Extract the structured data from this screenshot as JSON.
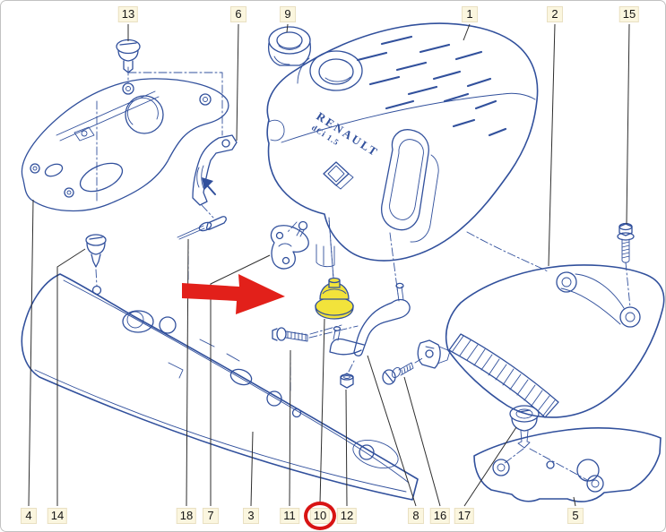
{
  "colors": {
    "line-blue": "#31509c",
    "arrow-red": "#e2201a",
    "circle-red": "#d81414",
    "part-yellow": "#f2e33b",
    "label-bg": "#fbf6df",
    "label-border": "#e9e0c2",
    "leader": "#2e2e2e"
  },
  "cover": {
    "brand": "RENAULT",
    "engine": "dCi 1.5"
  },
  "callouts": {
    "top": [
      "13",
      "6",
      "9",
      "1",
      "2",
      "15"
    ],
    "bottom": [
      "4",
      "14",
      "18",
      "7",
      "3",
      "11",
      "10",
      "12",
      "8",
      "16",
      "17",
      "5"
    ],
    "circled": "10"
  }
}
